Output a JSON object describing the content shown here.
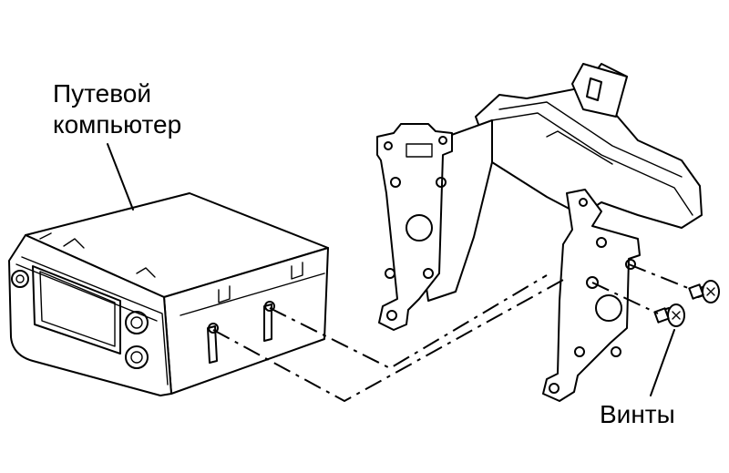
{
  "labels": {
    "computer_line1": "Путевой",
    "computer_line2": "компьютер",
    "screws": "Винты"
  },
  "colors": {
    "ink": "#000000",
    "background": "#ffffff"
  }
}
